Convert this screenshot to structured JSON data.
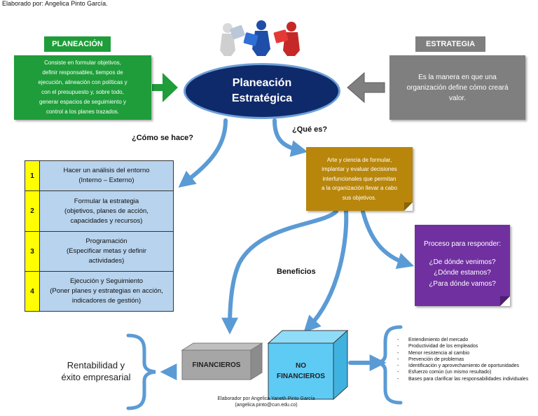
{
  "author_top": "Elaborado por: Angelica Pinto García.",
  "center": {
    "title_line1": "Planeación",
    "title_line2": "Estratégica"
  },
  "planeacion": {
    "label": "PLANEACIÓN",
    "text_lines": [
      "Consiste en formular objetivos,",
      "definir responsables, tiempos de",
      "ejecución, alineación con políticas y",
      "con el presupuesto y, sobre todo,",
      "generar espacios de seguimiento y",
      "control a los planes trazados."
    ]
  },
  "estrategia": {
    "label": "ESTRATEGIA",
    "text_lines": [
      "Es la manera en que una",
      "organización define cómo creará",
      "valor."
    ]
  },
  "questions": {
    "how": "¿Cómo se hace?",
    "what": "¿Qué es?"
  },
  "definition": {
    "text_lines": [
      "Arte y ciencia de formular,",
      "implantar y evaluar decisiones",
      "interfuncionales que permitan",
      "a la organización llevar a cabo",
      "sus objetivos."
    ]
  },
  "process": {
    "title": "Proceso para responder:",
    "questions": [
      "¿De dónde venimos?",
      "¿Dónde estamos?",
      "¿Para dónde vamos?"
    ]
  },
  "steps": [
    {
      "num": "1",
      "lines": [
        "Hacer un análisis del entorno",
        "(Interno – Externo)"
      ]
    },
    {
      "num": "2",
      "lines": [
        "Formular la estrategia",
        "(objetivos, planes de acción,",
        "capacidades y recursos)"
      ]
    },
    {
      "num": "3",
      "lines": [
        "Programación",
        "(Especificar metas y definir",
        "actividades)"
      ]
    },
    {
      "num": "4",
      "lines": [
        "Ejecución y Seguimiento",
        "(Poner planes y estrategias en acción,",
        "indicadores de gestión)"
      ]
    }
  ],
  "benefits_label": "Beneficios",
  "financial_label": "FINANCIEROS",
  "non_financial_label_line1": "NO",
  "non_financial_label_line2": "FINANCIEROS",
  "result_lines": [
    "Rentabilidad y",
    "éxito empresarial"
  ],
  "benefits_list": [
    "Entendimiento del mercado",
    "Productividad de los empleados",
    "Menor resistencia al cambio",
    "Prevención de problemas",
    "Identificación y aprovechamiento de oportunidades",
    "Esfuerzo común (un mismo resultado)",
    "Bases para clarificar las responsabilidades individuales"
  ],
  "credit_lines": [
    "Elaborador por Angelica Yaneth Pinto García",
    "(angelica.pinto@cun.edu.co)"
  ],
  "colors": {
    "green": "#1f9d3a",
    "gray": "#7f7f7f",
    "navy": "#0f2a6b",
    "olive": "#b8860b",
    "purple": "#7030a0",
    "table_blue": "#b8d3ed",
    "yellow": "#ffff00",
    "arrow_blue": "#5b9bd5",
    "cube_gray": "#a6a6a6",
    "cube_cyan": "#5ecbf5"
  },
  "icons": [
    "puzzle-people-icon"
  ]
}
